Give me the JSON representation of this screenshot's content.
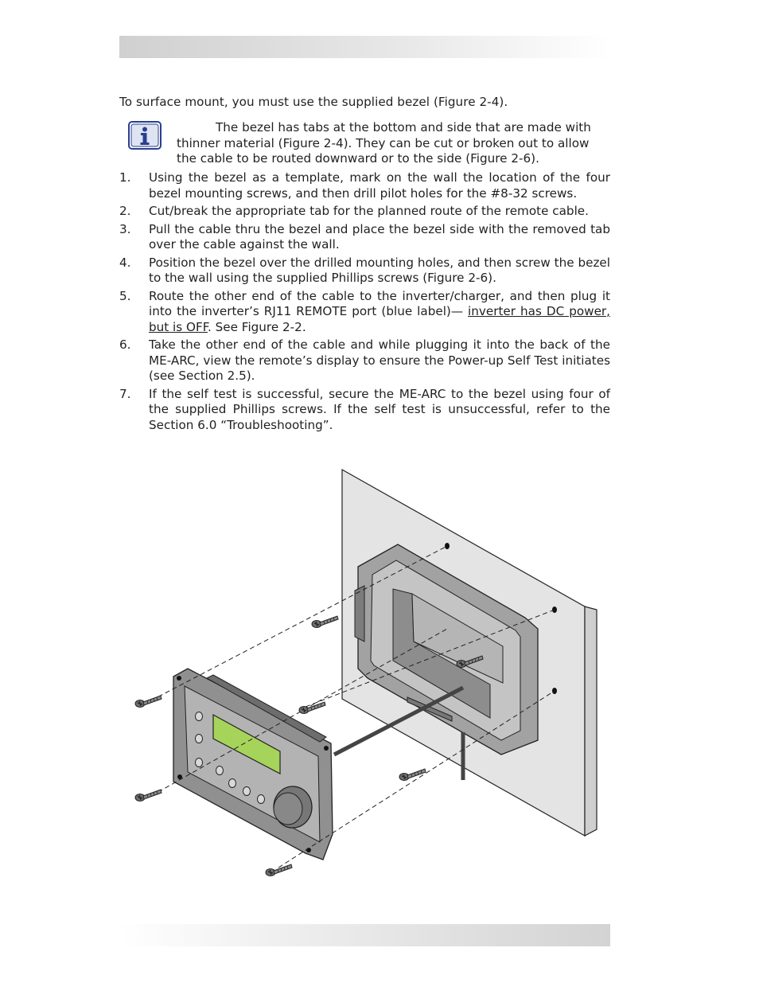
{
  "intro": "To surface mount, you must use the supplied bezel (Figure 2-4).",
  "note": {
    "icon": "info-icon",
    "text": "The bezel has tabs at the bottom and side that are made with thinner material (Figure 2-4). They can be cut or broken out to allow the cable to be routed downward or to the side (Figure 2-6)."
  },
  "steps": [
    {
      "num": "1.",
      "text": "Using the bezel as a template, mark on the wall the location of the four bezel mounting screws, and then drill pilot holes for the #8-32 screws."
    },
    {
      "num": "2.",
      "text": "Cut/break the appropriate tab for the planned route of the remote cable."
    },
    {
      "num": "3.",
      "text": "Pull the cable thru the bezel and place the bezel side with the removed tab over the cable against the wall."
    },
    {
      "num": "4.",
      "text": "Position the bezel over the drilled mounting holes, and then screw the bezel to the wall using the supplied Phillips screws (Figure 2-6)."
    },
    {
      "num": "5.",
      "text_a": "Route the other end of the cable to the inverter/charger, and then plug it into the inverter’s RJ11 REMOTE port (blue label)— ",
      "text_u": "inverter has DC power, but is OFF",
      "text_b": ". See Figure 2-2."
    },
    {
      "num": "6.",
      "text": "Take the other end of the cable and while plugging it into the back of the ME-ARC, view the remote’s display to ensure the Power-up Self Test initiates (see Section 2.5)."
    },
    {
      "num": "7.",
      "text": "If the self test is successful, secure the ME-ARC to the bezel using four of the supplied Phillips screws. If the self test is unsuccessful, refer to the Section 6.0 “Troubleshooting”."
    }
  ],
  "colors": {
    "wall": "#e6e6e6",
    "bezel": "#9b9b9b",
    "remote": "#8e8e8e",
    "lcd": "#a6d35a",
    "icon_blue": "#2b3f8f"
  }
}
